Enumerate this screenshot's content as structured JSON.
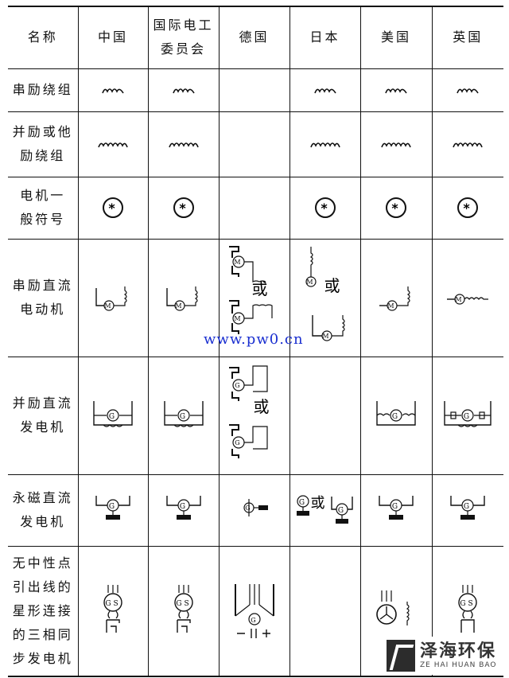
{
  "header": {
    "name": "名称",
    "countries": [
      "中国",
      "国际电工\n委员会",
      "德国",
      "日本",
      "美国",
      "英国"
    ]
  },
  "rows": [
    {
      "name": "串励绕组",
      "symbol": "series-winding-symbol"
    },
    {
      "name": "并励或他\n励绕组",
      "symbol": "shunt-winding-symbol"
    },
    {
      "name": "电机一\n般符号",
      "symbol": "machine-general-symbol"
    },
    {
      "name": "串励直流\n电动机",
      "symbol": "series-dc-motor-symbol"
    },
    {
      "name": "并励直流\n发电机",
      "symbol": "shunt-dc-generator-symbol"
    },
    {
      "name": "永磁直流\n发电机",
      "symbol": "pm-dc-generator-symbol"
    },
    {
      "name": "无中性点\n引出线的\n星形连接\n的三相同\n步发电机",
      "symbol": "three-phase-sync-generator-symbol"
    }
  ],
  "labels": {
    "or": "或",
    "motor": "M",
    "generator": "G",
    "sync_gen": "GS"
  },
  "watermark": "www.pw0.cn",
  "logo": {
    "cn": "泽海环保",
    "en": "ZE HAI HUAN BAO"
  }
}
